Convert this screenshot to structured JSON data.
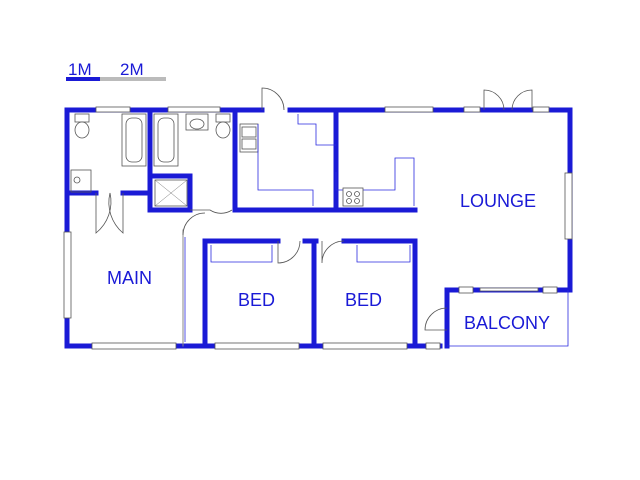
{
  "scale_bar": {
    "label_1": "1M",
    "label_2": "2M"
  },
  "rooms": {
    "lounge": "LOUNGE",
    "main": "MAIN",
    "bed_1": "BED",
    "bed_2": "BED",
    "balcony": "BALCONY"
  },
  "colors": {
    "walls": "#1a1ad6",
    "text": "#1a1ad6",
    "scale_track": "#bbbbbb",
    "fixtures": "#555555"
  }
}
